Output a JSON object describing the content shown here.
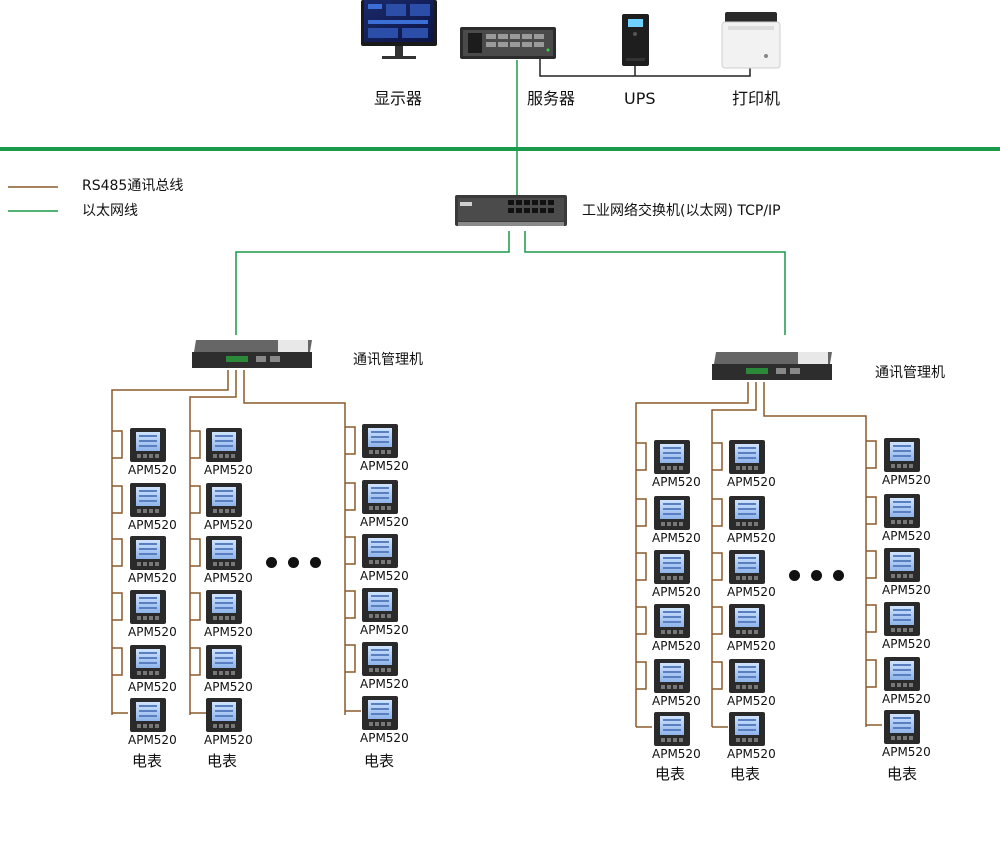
{
  "legend": [
    {
      "label": "RS485通讯总线",
      "color": "#8b5a2b"
    },
    {
      "label": "以太网线",
      "color": "#1a9a4a"
    }
  ],
  "colors": {
    "bus": "#1a9a4a",
    "rs485": "#8b5a2b",
    "ethernet": "#1a9a4a"
  },
  "top_devices": {
    "monitor": "显示器",
    "server": "服务器",
    "ups": "UPS",
    "printer": "打印机"
  },
  "switch_label": "工业网络交换机(以太网) TCP/IP",
  "gateway_label": "通讯管理机",
  "meter_model": "APM520",
  "meter_footer": "电表",
  "icons": [
    "monitor-icon",
    "server-icon",
    "ups-icon",
    "printer-icon",
    "switch-icon",
    "gateway-icon",
    "meter-icon"
  ]
}
